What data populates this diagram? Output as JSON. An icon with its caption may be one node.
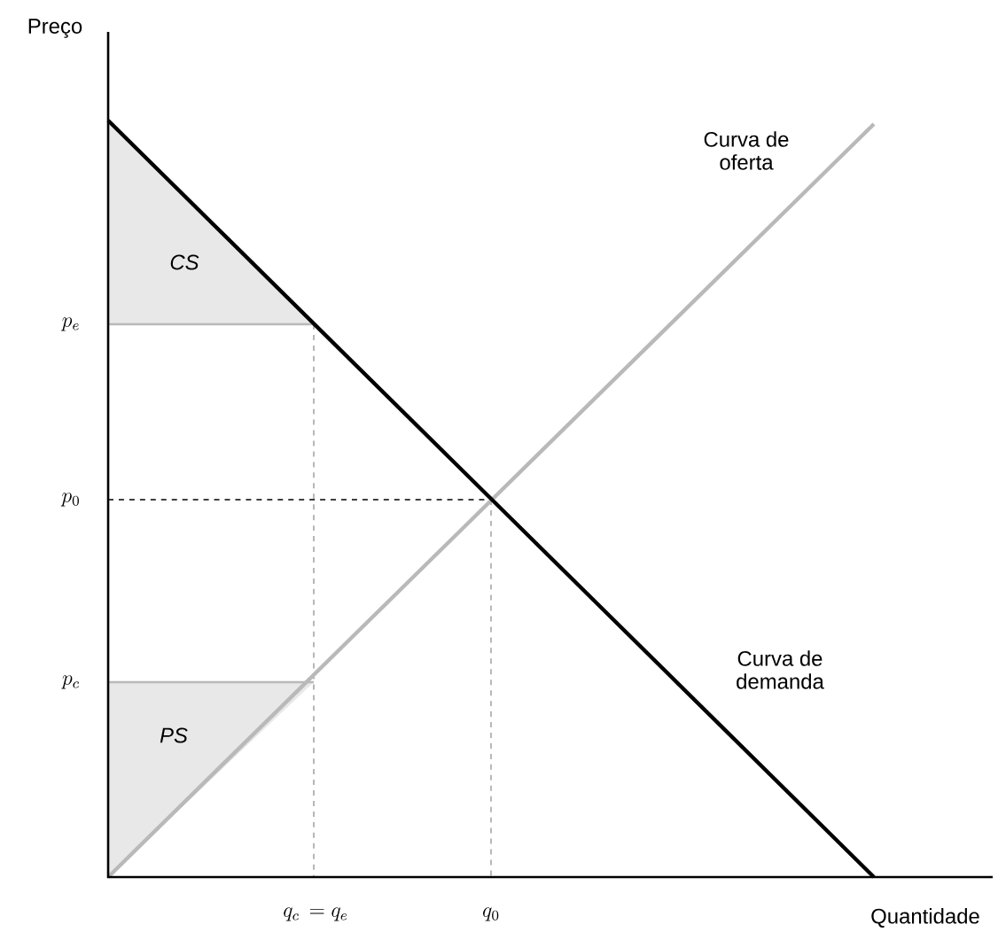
{
  "diagram": {
    "labels": [
      "Preço",
      "CS",
      "p_e",
      "Curva de oferta",
      "p_0",
      "p_c",
      "PS",
      "Curva de demanda",
      "q_c \\, = q_e",
      "q_0",
      "Quantidade"
    ]
  }
}
